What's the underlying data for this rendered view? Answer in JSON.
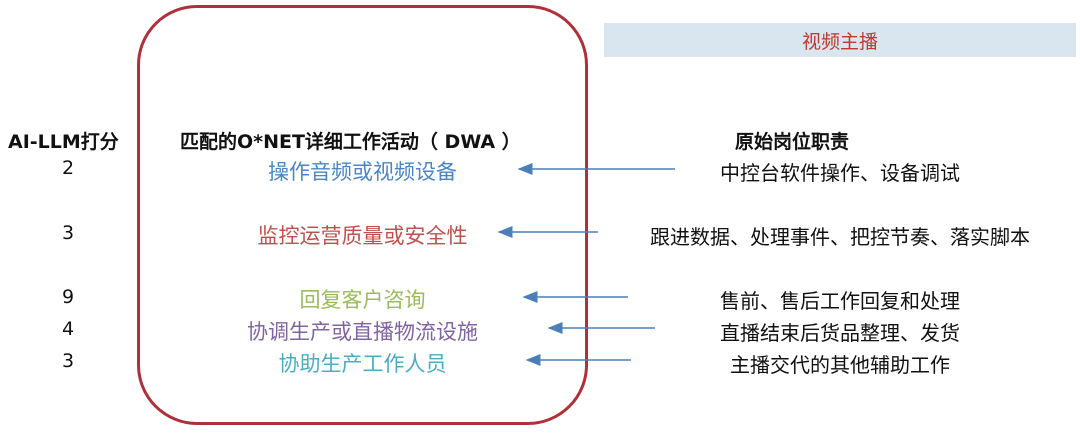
{
  "banner": {
    "text": "视频主播",
    "text_color": "#c0392b",
    "bg_color": "#d9e5ef"
  },
  "headers": {
    "score": "AI-LLM打分",
    "dwa": "匹配的O*NET详细工作活动（ DWA ）",
    "duty": "原始岗位职责"
  },
  "rows": [
    {
      "score": "2",
      "dwa": "操作音频或视频设备",
      "dwa_color": "#4a86c5",
      "duty": "中控台软件操作、设备调试"
    },
    {
      "score": "3",
      "dwa": "监控运营质量或安全性",
      "dwa_color": "#c0504d",
      "duty": "跟进数据、处理事件、把控节奏、落实脚本"
    },
    {
      "score": "9",
      "dwa": "回复客户咨询",
      "dwa_color": "#9bbb59",
      "duty": "售前、售后工作回复和处理"
    },
    {
      "score": "4",
      "dwa": "协调生产或直播物流设施",
      "dwa_color": "#8064a2",
      "duty": "直播结束后货品整理、发货"
    },
    {
      "score": "3",
      "dwa": "协助生产工作人员",
      "dwa_color": "#4bacc6",
      "duty": "主播交代的其他辅助工作"
    }
  ],
  "colors": {
    "frame": "#b0303a",
    "arrow": "#4a7fb8"
  }
}
